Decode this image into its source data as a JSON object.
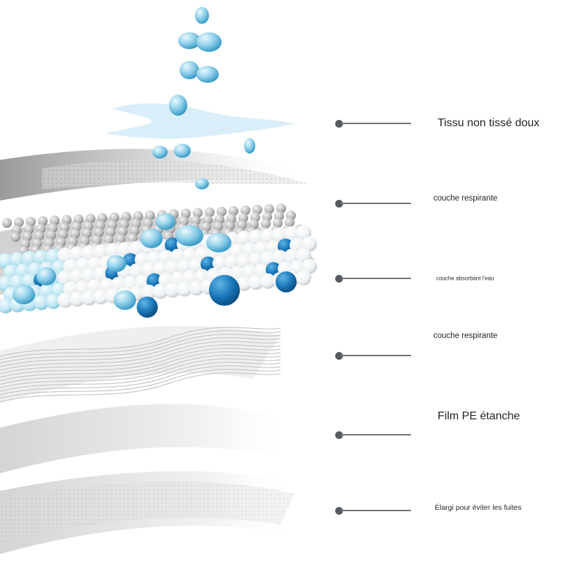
{
  "layers": [
    {
      "label": "Tissu non tissé doux"
    },
    {
      "label": "couche respirante"
    },
    {
      "label": "couche absorbant l'eau"
    },
    {
      "label": "couche respirante"
    },
    {
      "label": "Film PE étanche"
    },
    {
      "label": "Élargi pour éviter les fuites"
    }
  ],
  "colors": {
    "water": "#5bb8dc",
    "bead_blue": "#1a78b8",
    "bead_cyan": "#bfe6f2",
    "bead_white": "#ffffff",
    "callout": "#555a60"
  }
}
